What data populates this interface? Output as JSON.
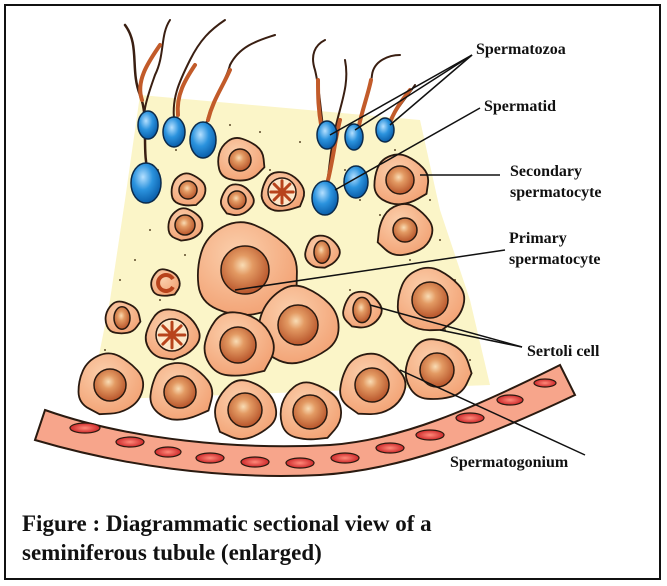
{
  "labels": {
    "spermatozoa": "Spermatozoa",
    "spermatid": "Spermatid",
    "secondary_line1": "Secondary",
    "secondary_line2": "spermatocyte",
    "primary_line1": "Primary",
    "primary_line2": "spermatocyte",
    "sertoli": "Sertoli cell",
    "spermatogonium": "Spermatogonium"
  },
  "caption": {
    "line1": "Figure : Diagrammatic sectional view of a",
    "line2": "seminiferous tubule (enlarged)"
  },
  "colors": {
    "lumen": "#fbf5c8",
    "cell_fill": "#f6b184",
    "cell_stroke": "#2a1a10",
    "nucleus": "#c76332",
    "nucleus_center": "#f7d3a8",
    "sperm_head": "#1a86d8",
    "sperm_head_light": "#9fd3ff",
    "tail": "#3a1f12",
    "basement": "#f7a58b",
    "vessel": "#d52a2a"
  }
}
